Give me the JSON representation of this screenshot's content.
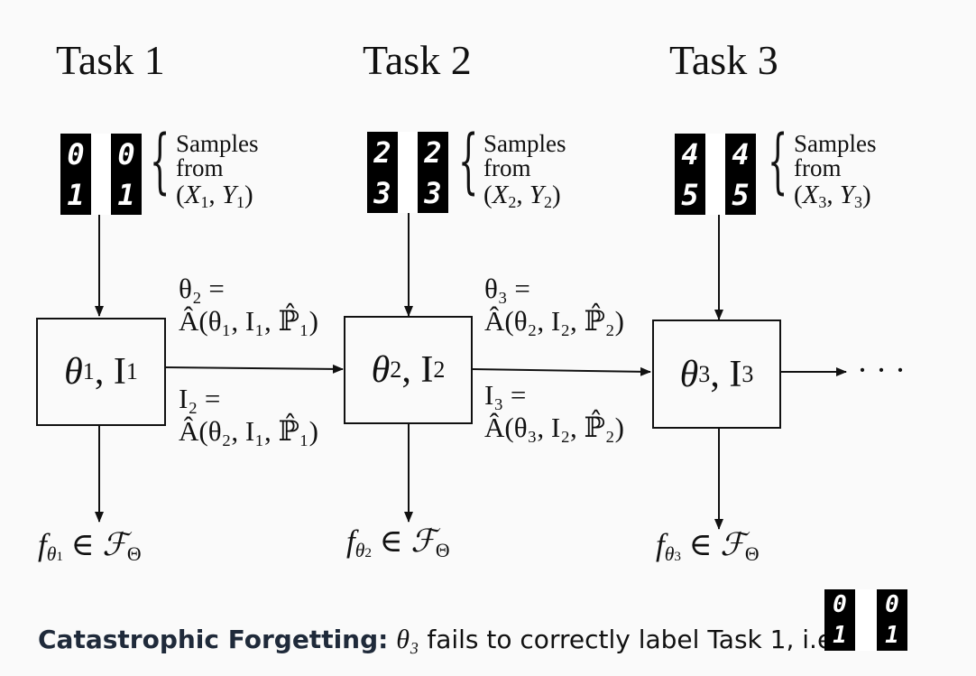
{
  "tasks": [
    {
      "title": "Task 1",
      "digits": [
        "0",
        "1"
      ],
      "samples_label": [
        "Samples",
        "from"
      ],
      "dataset": {
        "X": "X",
        "Y": "Y",
        "index": "1"
      },
      "node": {
        "theta": "θ",
        "info": "I",
        "index": "1"
      },
      "output": {
        "f": "f",
        "theta": "θ",
        "index": "1",
        "in": "∈",
        "family": "ℱ",
        "family_sub": "Θ"
      }
    },
    {
      "title": "Task 2",
      "digits": [
        "2",
        "3"
      ],
      "samples_label": [
        "Samples",
        "from"
      ],
      "dataset": {
        "X": "X",
        "Y": "Y",
        "index": "2"
      },
      "node": {
        "theta": "θ",
        "info": "I",
        "index": "2"
      },
      "output": {
        "f": "f",
        "theta": "θ",
        "index": "2",
        "in": "∈",
        "family": "ℱ",
        "family_sub": "Θ"
      }
    },
    {
      "title": "Task 3",
      "digits": [
        "4",
        "5"
      ],
      "samples_label": [
        "Samples",
        "from"
      ],
      "dataset": {
        "X": "X",
        "Y": "Y",
        "index": "3"
      },
      "node": {
        "theta": "θ",
        "info": "I",
        "index": "3"
      },
      "output": {
        "f": "f",
        "theta": "θ",
        "index": "3",
        "in": "∈",
        "family": "ℱ",
        "family_sub": "Θ"
      }
    }
  ],
  "transitions": [
    {
      "theta_line": "θ₂ =",
      "theta_update": "Â(θ₁, I₁, ℙ̂₁)",
      "info_line": "I₂ =",
      "info_update": "Â(θ₂, I₁, ℙ̂₁)"
    },
    {
      "theta_line": "θ₃ =",
      "theta_update": "Â(θ₂, I₂, ℙ̂₂)",
      "info_line": "I₃ =",
      "info_update": "Â(θ₃, I₂, ℙ̂₂)"
    }
  ],
  "continuation": "· · ·",
  "caption": {
    "bold": "Catastrophic Forgetting:",
    "theta": "θ₃",
    "text": "fails to correctly label Task 1, i.e.",
    "digits": [
      "0",
      "1"
    ]
  }
}
